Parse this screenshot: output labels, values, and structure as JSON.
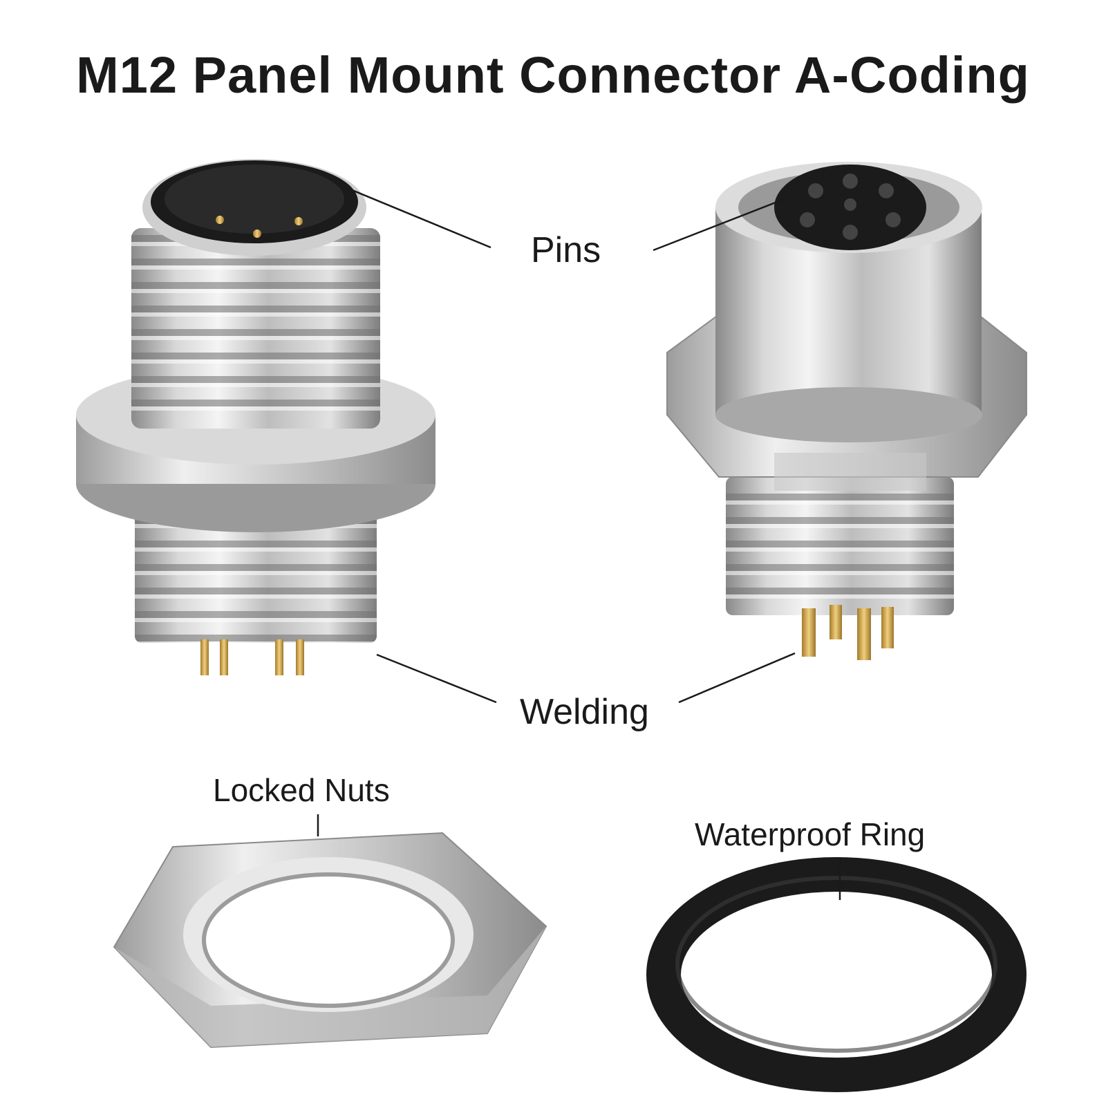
{
  "title": "M12 Panel Mount Connector A-Coding",
  "labels": {
    "pins": "Pins",
    "welding": "Welding",
    "locked_nuts": "Locked Nuts",
    "waterproof_ring": "Waterproof Ring"
  },
  "colors": {
    "metal_light": "#e6e6e6",
    "metal_mid": "#b4b4b4",
    "metal_dark": "#7a7a7a",
    "rubber": "#1b1b1b",
    "gold": "#d4a94a",
    "leader_line": "#1a1a1a"
  },
  "icons": [
    "male-connector-icon",
    "female-connector-icon",
    "hex-nut-icon",
    "o-ring-icon"
  ]
}
